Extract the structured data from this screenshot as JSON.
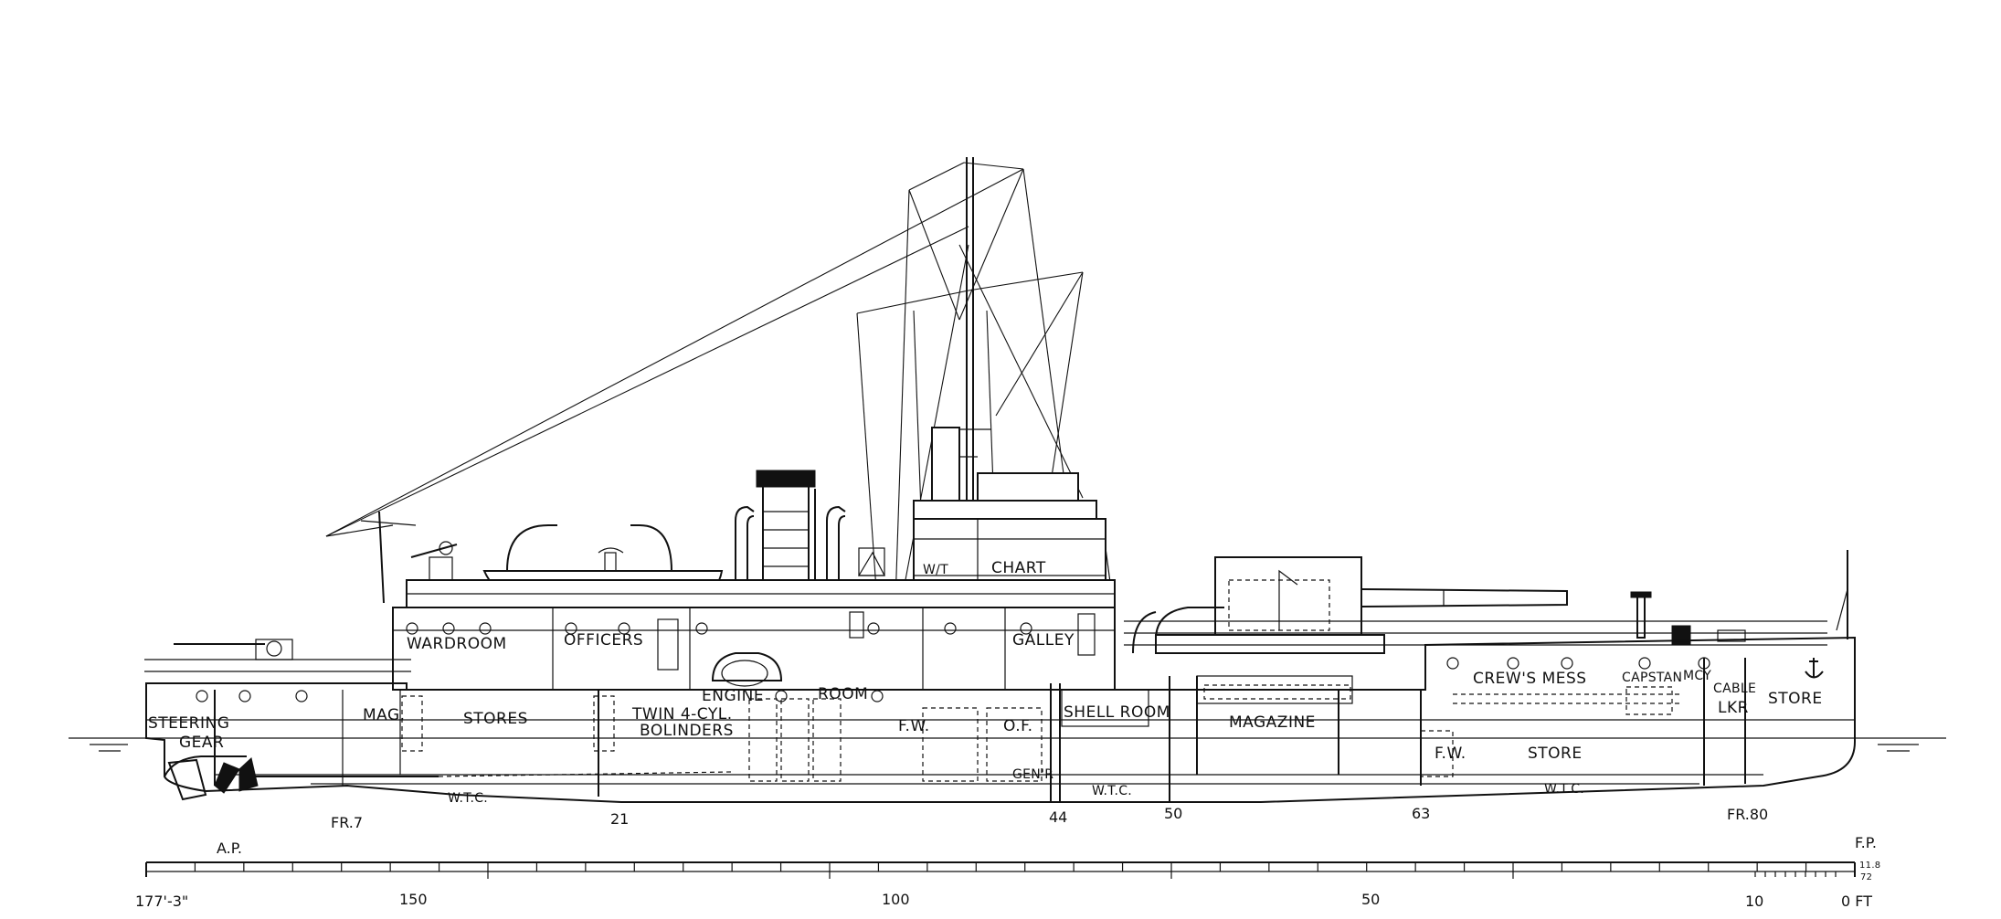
{
  "compartments": {
    "steering_gear_1": "STEERING",
    "steering_gear_2": "GEAR",
    "wardroom": "WARDROOM",
    "officers": "OFFICERS",
    "mag": "MAG.",
    "stores": "STORES",
    "engine": "ENGINE",
    "room": "ROOM",
    "twin_cyl": "TWIN 4-CYL.",
    "bolinders": "BOLINDERS",
    "fw_aft": "F.W.",
    "of": "O.F.",
    "genr": "GEN'R",
    "wt": "W/T",
    "chart": "CHART",
    "galley": "GALLEY",
    "shell_room": "SHELL ROOM",
    "magazine": "MAGAZINE",
    "crews_mess": "CREW'S MESS",
    "capstan": "CAPSTAN",
    "mcy": "MCY",
    "cable": "CABLE",
    "lkr": "LKR",
    "store_fwd": "STORE",
    "fw_fwd": "F.W.",
    "store_lower": "STORE",
    "wtc_1": "W.T.C.",
    "wtc_2": "W.T.C.",
    "wtc_3": "W.T.C."
  },
  "frames": {
    "fr7": "FR.7",
    "fr21": "21",
    "fr44": "44",
    "fr50": "50",
    "fr63": "63",
    "fr80": "FR.80"
  },
  "perpendiculars": {
    "ap": "A.P.",
    "fp": "F.P."
  },
  "scale": {
    "start": "177'-3\"",
    "tick_150": "150",
    "tick_100": "100",
    "tick_50": "50",
    "tick_10": "10",
    "end": "0 FT",
    "frac_top": "11.8",
    "frac_bottom": "72"
  }
}
